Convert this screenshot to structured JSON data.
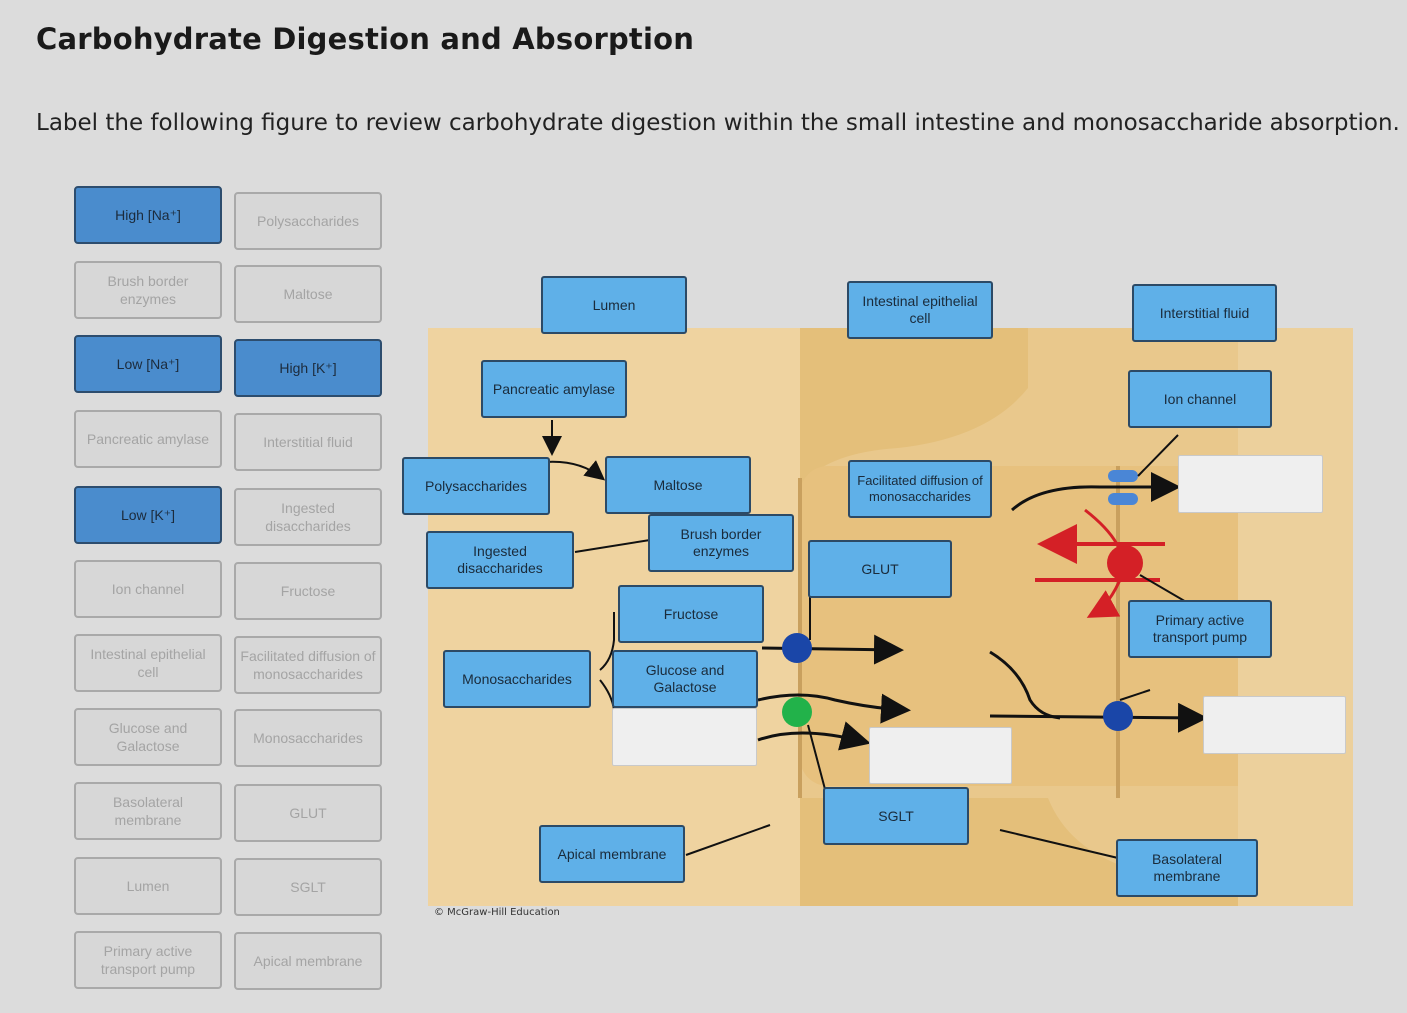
{
  "page": {
    "title": "Carbohydrate Digestion and Absorption",
    "instructions": "Label the following figure to review carbohydrate digestion within the small intestine and monosaccharide absorption."
  },
  "label_bank": {
    "left": [
      {
        "text": "High [Na⁺]",
        "active": true
      },
      {
        "text": "Brush border enzymes",
        "active": false
      },
      {
        "text": "Low [Na⁺]",
        "active": true
      },
      {
        "text": "Pancreatic amylase",
        "active": false
      },
      {
        "text": "Low [K⁺]",
        "active": true
      },
      {
        "text": "Ion channel",
        "active": false
      },
      {
        "text": "Intestinal epithelial cell",
        "active": false
      },
      {
        "text": "Glucose and Galactose",
        "active": false
      },
      {
        "text": "Basolateral membrane",
        "active": false
      },
      {
        "text": "Lumen",
        "active": false
      },
      {
        "text": "Primary active transport pump",
        "active": false
      }
    ],
    "right": [
      {
        "text": "Polysaccharides",
        "active": false
      },
      {
        "text": "Maltose",
        "active": false
      },
      {
        "text": "High [K⁺]",
        "active": true
      },
      {
        "text": "Interstitial fluid",
        "active": false
      },
      {
        "text": "Ingested disaccharides",
        "active": false
      },
      {
        "text": "Fructose",
        "active": false
      },
      {
        "text": "Facilitated diffusion of monosaccharides",
        "active": false
      },
      {
        "text": "Monosaccharides",
        "active": false
      },
      {
        "text": "GLUT",
        "active": false
      },
      {
        "text": "SGLT",
        "active": false
      },
      {
        "text": "Apical membrane",
        "active": false
      }
    ]
  },
  "figure_labels": {
    "lumen": "Lumen",
    "intestinal_epithelial_cell": "Intestinal epithelial cell",
    "interstitial_fluid": "Interstitial fluid",
    "pancreatic_amylase": "Pancreatic amylase",
    "ion_channel": "Ion channel",
    "polysaccharides": "Polysaccharides",
    "maltose": "Maltose",
    "facilitated_diffusion": "Facilitated diffusion of monosaccharides",
    "brush_border_enzymes": "Brush border enzymes",
    "ingested_disaccharides": "Ingested disaccharides",
    "glut": "GLUT",
    "fructose": "Fructose",
    "primary_active_transport_pump": "Primary active transport pump",
    "monosaccharides": "Monosaccharides",
    "glucose_galactose": "Glucose and Galactose",
    "sglt": "SGLT",
    "apical_membrane": "Apical membrane",
    "basolateral_membrane": "Basolateral membrane"
  },
  "credit": "© McGraw-Hill Education",
  "colors": {
    "active_tile": "#4a8ccd",
    "inactive_tile": "#d7d7d7",
    "figure_label": "#5fb0e8",
    "cell": "#e9c88c",
    "transporter_blue": "#1a46a8",
    "transporter_green": "#22b24a",
    "pump_red": "#d42026"
  }
}
